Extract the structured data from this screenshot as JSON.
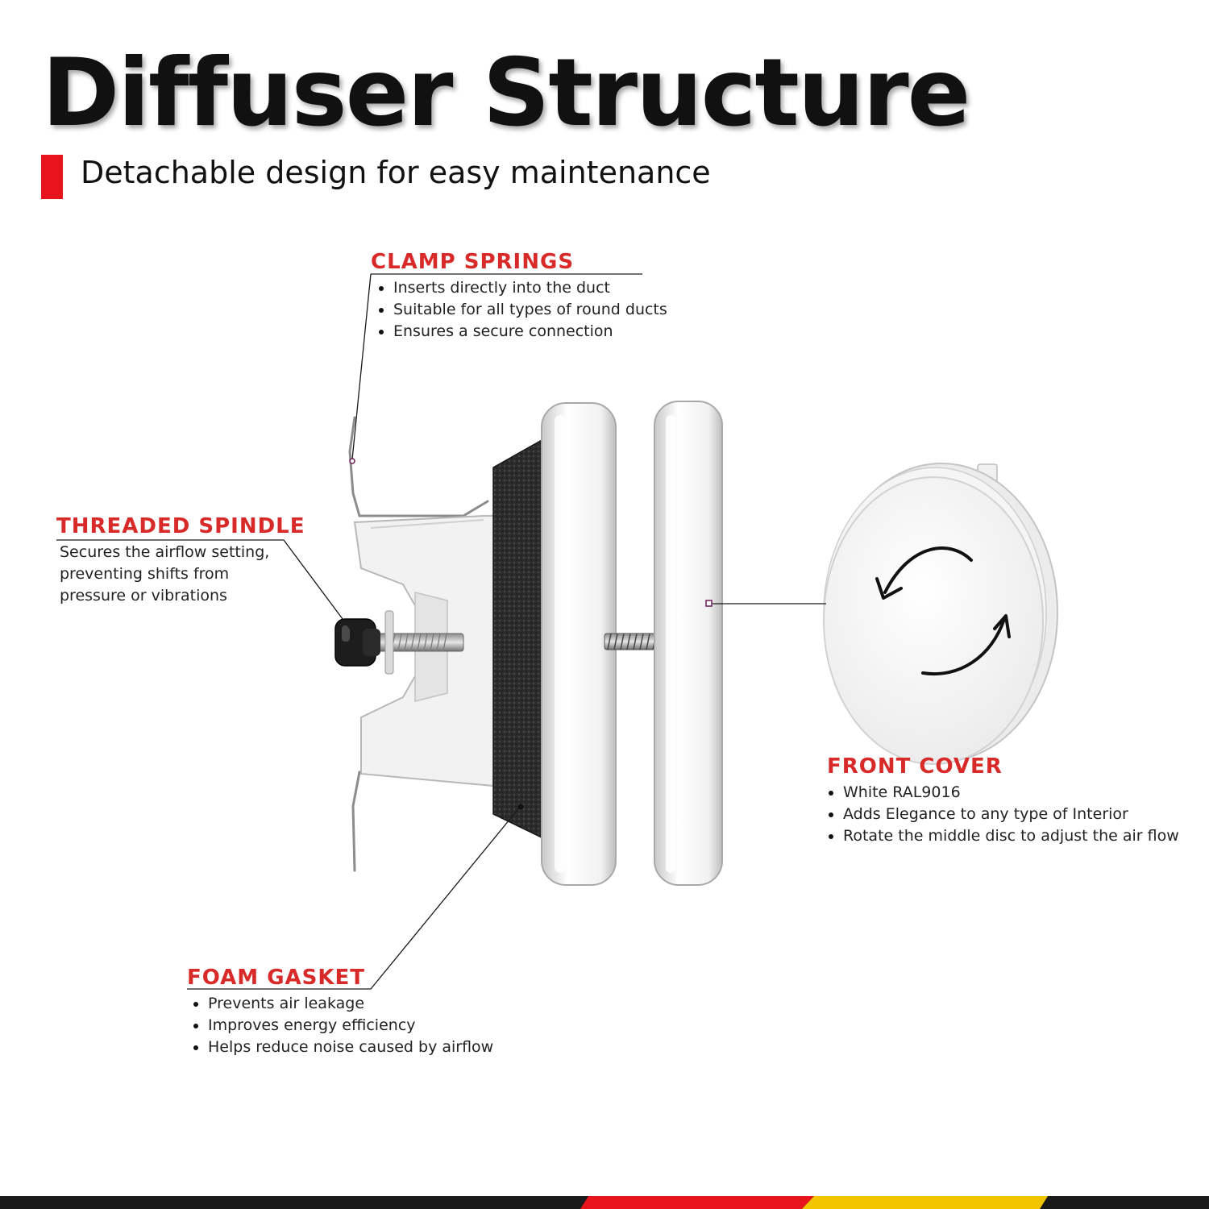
{
  "header": {
    "title": "Diffuser Structure",
    "subtitle": "Detachable design for easy maintenance"
  },
  "callouts": {
    "clamp_springs": {
      "title": "CLAMP SPRINGS",
      "items": [
        "Inserts directly into the duct",
        "Suitable for all types of round ducts",
        "Ensures a secure connection"
      ]
    },
    "threaded_spindle": {
      "title": "THREADED SPINDLE",
      "lines": [
        "Secures the airflow setting,",
        "preventing shifts from",
        "pressure or vibrations"
      ]
    },
    "front_cover": {
      "title": "FRONT COVER",
      "items": [
        "White RAL9016",
        "Adds Elegance to any type of Interior",
        "Rotate the middle disc to adjust the air flow"
      ]
    },
    "foam_gasket": {
      "title": "FOAM GASKET",
      "items": [
        "Prevents air leakage",
        "Improves energy efficiency",
        "Helps reduce noise caused by airflow"
      ]
    }
  },
  "colors": {
    "accent_red": "#d92a2a",
    "title_black": "#111111",
    "stripe_red": "#e8141c",
    "stripe_yellow": "#f2c500",
    "stripe_black": "#1a1a1a"
  },
  "icons": {
    "rotate": "rotate-arrows-icon"
  }
}
